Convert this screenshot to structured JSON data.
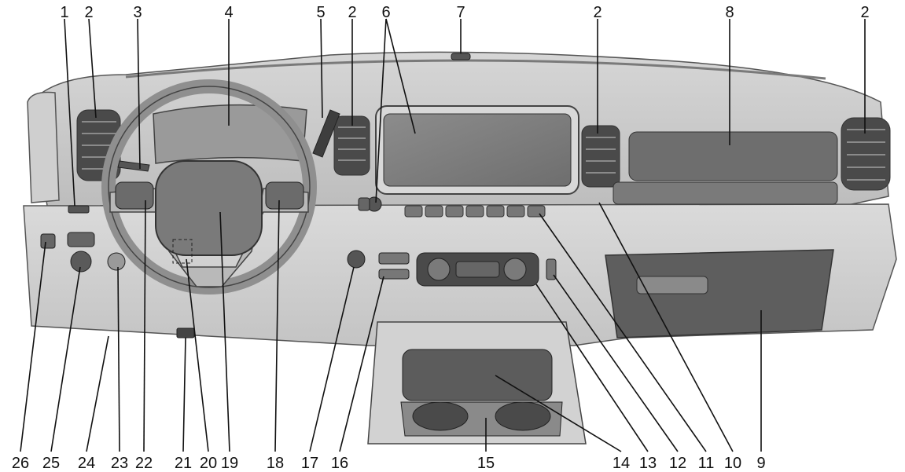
{
  "callouts": {
    "top": [
      {
        "label": "1"
      },
      {
        "label": "2"
      },
      {
        "label": "3"
      },
      {
        "label": "4"
      },
      {
        "label": "5"
      },
      {
        "label": "2"
      },
      {
        "label": "6"
      },
      {
        "label": "7"
      },
      {
        "label": "2"
      },
      {
        "label": "8"
      },
      {
        "label": "2"
      }
    ],
    "bottom": [
      {
        "label": "26"
      },
      {
        "label": "25"
      },
      {
        "label": "24"
      },
      {
        "label": "23"
      },
      {
        "label": "22"
      },
      {
        "label": "21"
      },
      {
        "label": "20"
      },
      {
        "label": "19"
      },
      {
        "label": "18"
      },
      {
        "label": "17"
      },
      {
        "label": "16"
      },
      {
        "label": "15"
      },
      {
        "label": "14"
      },
      {
        "label": "13"
      },
      {
        "label": "12"
      },
      {
        "label": "11"
      },
      {
        "label": "10"
      },
      {
        "label": "9"
      }
    ]
  }
}
